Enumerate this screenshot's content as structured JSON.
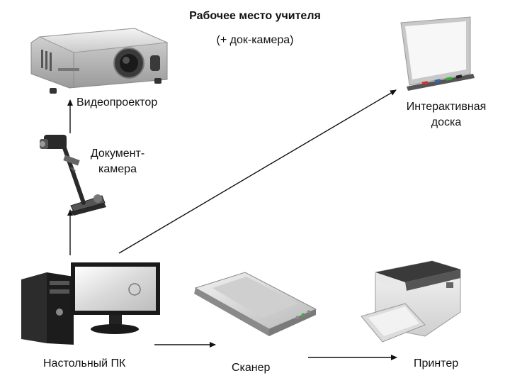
{
  "title": {
    "main": "Рабочее место учителя",
    "sub": "(+ док-камера)"
  },
  "devices": {
    "projector": {
      "label": "Видеопроектор",
      "icon": "projector-icon"
    },
    "whiteboard": {
      "label_line1": "Интерактивная",
      "label_line2": "доска",
      "icon": "interactive-whiteboard-icon"
    },
    "document_camera": {
      "label_line1": "Документ-",
      "label_line2": "камера",
      "icon": "document-camera-icon"
    },
    "desktop_pc": {
      "label": "Настольный ПК",
      "icon": "desktop-pc-icon"
    },
    "scanner": {
      "label": "Сканер",
      "icon": "scanner-icon"
    },
    "printer": {
      "label": "Принтер",
      "icon": "printer-icon"
    }
  },
  "connections": [
    {
      "from": "desktop_pc",
      "to": "document_camera"
    },
    {
      "from": "document_camera",
      "to": "projector"
    },
    {
      "from": "desktop_pc",
      "to": "whiteboard"
    },
    {
      "from": "desktop_pc",
      "to": "scanner"
    },
    {
      "from": "scanner",
      "to": "printer"
    }
  ]
}
